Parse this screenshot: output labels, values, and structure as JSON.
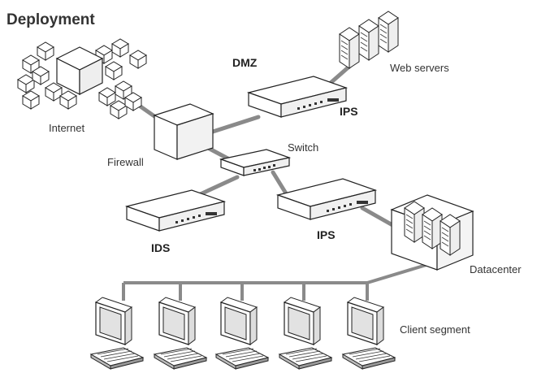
{
  "title": "Deployment",
  "labels": {
    "dmz": "DMZ",
    "web_servers": "Web servers",
    "ips_top": "IPS",
    "internet": "Internet",
    "switch": "Switch",
    "firewall": "Firewall",
    "ids": "IDS",
    "ips_mid": "IPS",
    "datacenter": "Datacenter",
    "client_segment": "Client segment"
  }
}
